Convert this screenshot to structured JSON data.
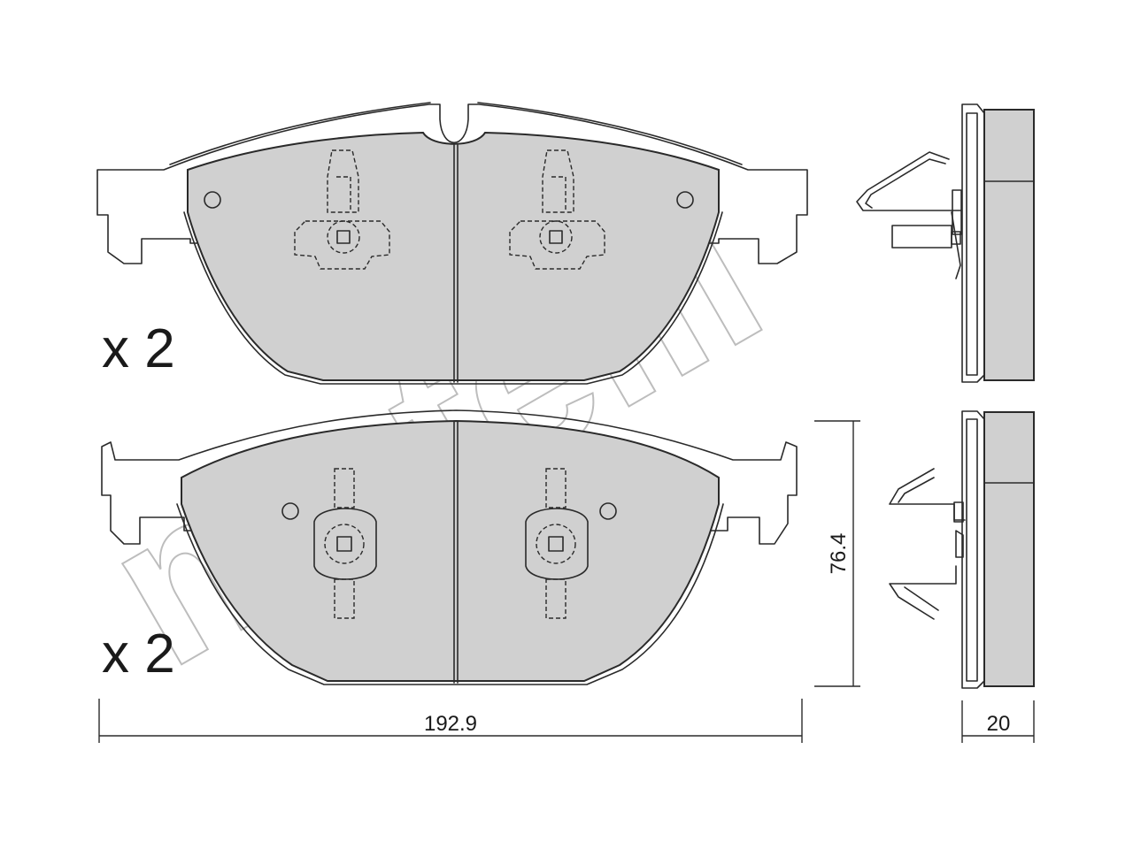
{
  "watermark": {
    "text": "metelli"
  },
  "top_pad": {
    "quantity_label": "x 2"
  },
  "bottom_pad": {
    "quantity_label": "x 2"
  },
  "dimensions": {
    "width_label": "192.9",
    "height_label": "76.4",
    "thickness_label": "20"
  },
  "colors": {
    "friction_material": "#d0d0d0",
    "outline": "#2a2a2a",
    "watermark": "#bdbdbd"
  }
}
